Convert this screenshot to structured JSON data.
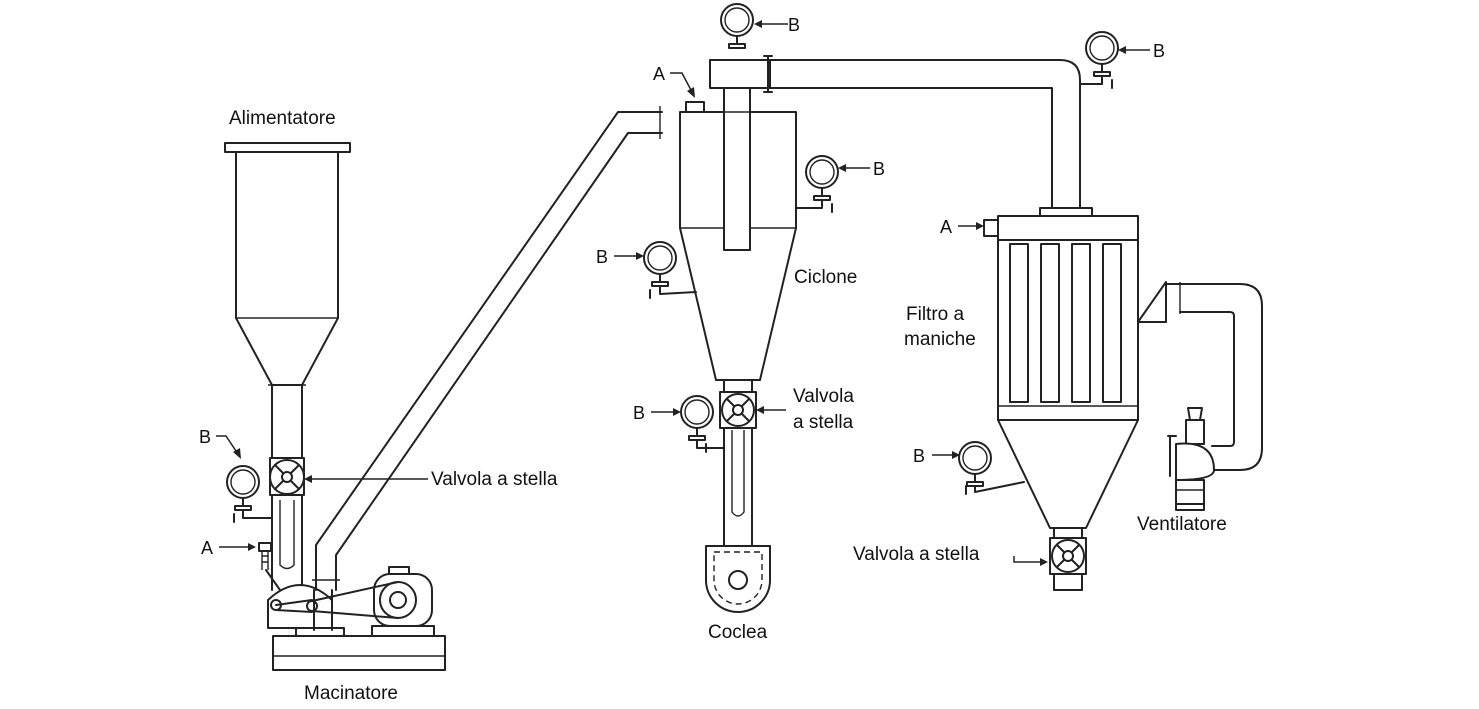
{
  "labels": {
    "alimentatore": "Alimentatore",
    "macinatore": "Macinatore",
    "valvola_feeder": "Valvola a stella",
    "ciclone": "Ciclone",
    "valvola_cyclone_1": "Valvola",
    "valvola_cyclone_2": "a stella",
    "coclea": "Coclea",
    "filtro_1": "Filtro a",
    "filtro_2": "maniche",
    "ventilatore": "Ventilatore",
    "valvola_filter": "Valvola a stella"
  },
  "markers": {
    "a": "A",
    "b": "B"
  }
}
